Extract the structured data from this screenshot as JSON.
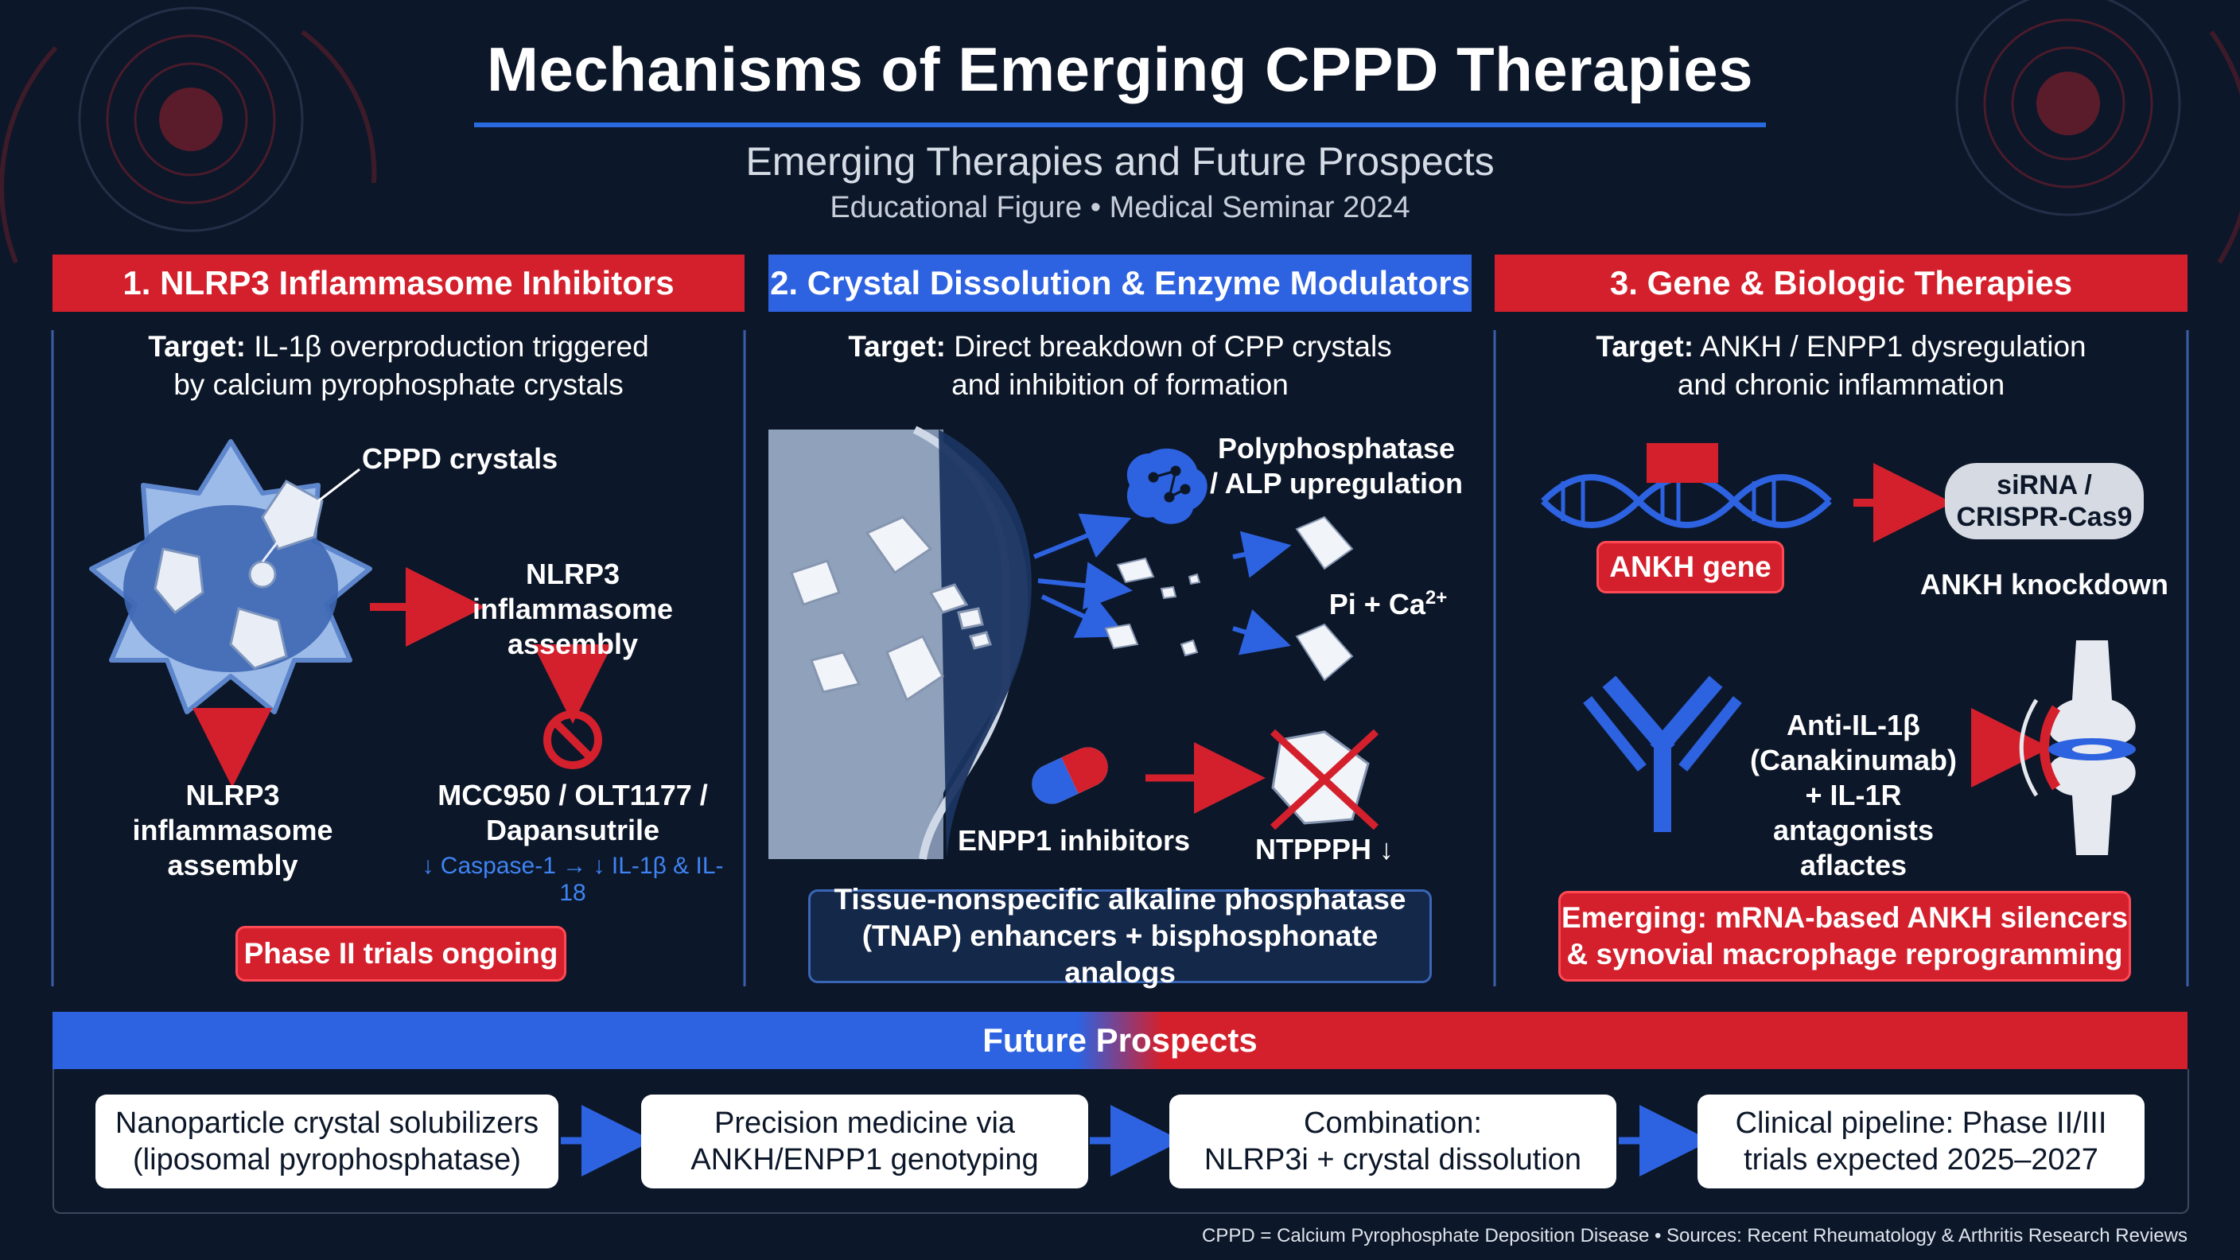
{
  "header": {
    "title": "Mechanisms of Emerging CPPD Therapies",
    "subtitle": "Emerging Therapies and Future Prospects",
    "byline": "Educational Figure  • Medical Seminar 2024"
  },
  "colors": {
    "background": "#0c1729",
    "red": "#d4202c",
    "blue": "#2d62e0",
    "navy_box": "#14284a"
  },
  "panels": [
    {
      "heading": "1. NLRP3 Inflammasome Inhibitors",
      "target_label": "Target:",
      "target_text_1": " IL-1β overproduction triggered",
      "target_text_2": "by calcium pyrophosphate crystals",
      "crystals_label": "CPPD crystals",
      "assembly_right": "NLRP3\ninflammasome\nassembly",
      "assembly_left": "NLRP3\ninflammasome\nassembly",
      "drugs": "MCC950 / OLT1177 /\nDapansutrile",
      "effect": "↓ Caspase-1 → ↓ IL-1β & IL-18",
      "status": "Phase II trials ongoing"
    },
    {
      "heading": "2. Crystal Dissolution & Enzyme Modulators",
      "target_label": "Target:",
      "target_text_1": " Direct breakdown of CPP crystals",
      "target_text_2": "and inhibition of formation",
      "enzyme_label": "Polyphosphatase\n/ ALP upregulation",
      "ions_label": "Pi + Ca",
      "ions_sup": "2+",
      "inhibitor_label": "ENPP1 inhibitors",
      "ntppph_label": "NTPPPH ↓",
      "note": "Tissue-nonspecific alkaline phosphatase\n(TNAP) enhancers + bisphosphonate analogs"
    },
    {
      "heading": "3. Gene & Biologic Therapies",
      "target_label": "Target:",
      "target_text_1": " ANKH / ENPP1 dysregulation",
      "target_text_2": "and chronic inflammation",
      "gene_label": "ANKH gene",
      "sirna_label": "siRNA /\nCRISPR-Cas9",
      "knockdown_label": "ANKH knockdown",
      "antibody_label": "Anti-IL-1β\n(Canakinumab)\n+ IL-1R antagonists\naflactes",
      "emerging": "Emerging: mRNA-based ANKH silencers\n& synovial macrophage reprogramming"
    }
  ],
  "future": {
    "heading": "Future Prospects",
    "items": [
      "Nanoparticle crystal solubilizers\n(liposomal pyrophosphatase)",
      "Precision medicine via\nANKH/ENPP1 genotyping",
      "Combination:\nNLRP3i + crystal dissolution",
      "Clinical pipeline: Phase II/III\ntrials expected 2025–2027"
    ]
  },
  "footnote": "CPPD = Calcium Pyrophosphate Deposition Disease • Sources: Recent Rheumatology & Arthritis Research Reviews"
}
